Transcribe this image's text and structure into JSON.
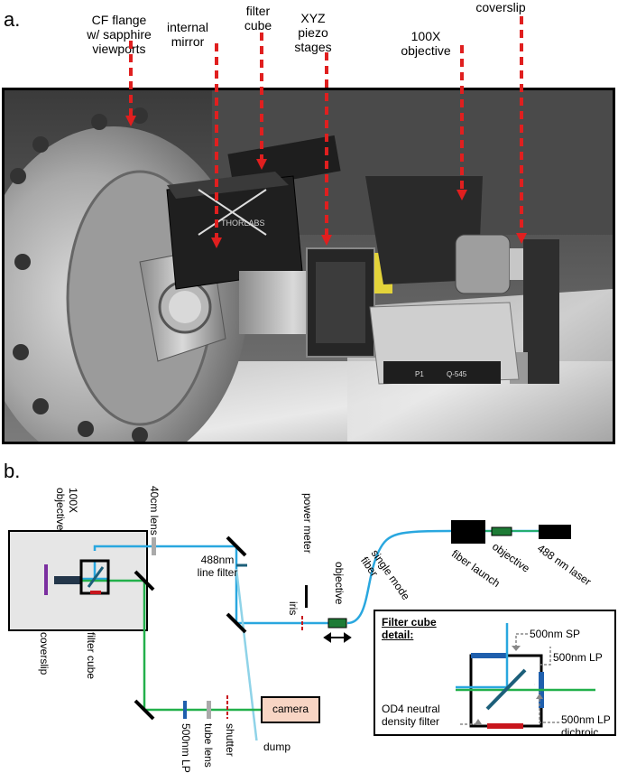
{
  "panel_a": {
    "letter": "a.",
    "labels": {
      "cf_flange": [
        "CF flange",
        "w/ sapphire",
        "viewports"
      ],
      "internal_mirror": [
        "internal",
        "mirror"
      ],
      "filter_cube": [
        "filter",
        "cube"
      ],
      "xyz_stages": [
        "XYZ",
        "piezo",
        "stages"
      ],
      "objective_100x": [
        "100X",
        "objective"
      ],
      "coverslip": "coverslip"
    },
    "photo_text": {
      "cube_brand": "THORLABS",
      "stage_a": "P1",
      "stage_b": "Q-545"
    }
  },
  "panel_b": {
    "letter": "b.",
    "labels": {
      "objective_100x": [
        "100X",
        "objective"
      ],
      "coverslip": "coverslip",
      "filter_cube": "filter cube",
      "lens_40cm": "40cm lens",
      "line_filter": [
        "488nm",
        "line filter"
      ],
      "power_meter": "power meter",
      "iris": "iris",
      "objective": "objective",
      "single_mode_fiber": [
        "single mode",
        "fiber"
      ],
      "fiber_launch": "fiber launch",
      "objective_small": "objective",
      "laser": "488 nm laser",
      "camera": "camera",
      "lp_500": "500nm LP",
      "tube_lens": "tube lens",
      "shutter": "shutter",
      "dump": "dump"
    },
    "detail": {
      "title": [
        "Filter cube",
        "detail:"
      ],
      "sp_500": "500nm SP",
      "lp_500": "500nm LP",
      "od4": [
        "OD4 neutral",
        "density filter"
      ],
      "dichroic": [
        "500nm LP",
        "dichroic"
      ]
    },
    "colors": {
      "blue_beam": "#29a7df",
      "green_beam": "#22b04b",
      "red_filter": "#c8161d",
      "purple_coverslip": "#7b2fa0",
      "camera_fill": "#f8d5c4",
      "box_gray": "#e6e6e6",
      "dichroic": "#1c5f7a"
    }
  }
}
